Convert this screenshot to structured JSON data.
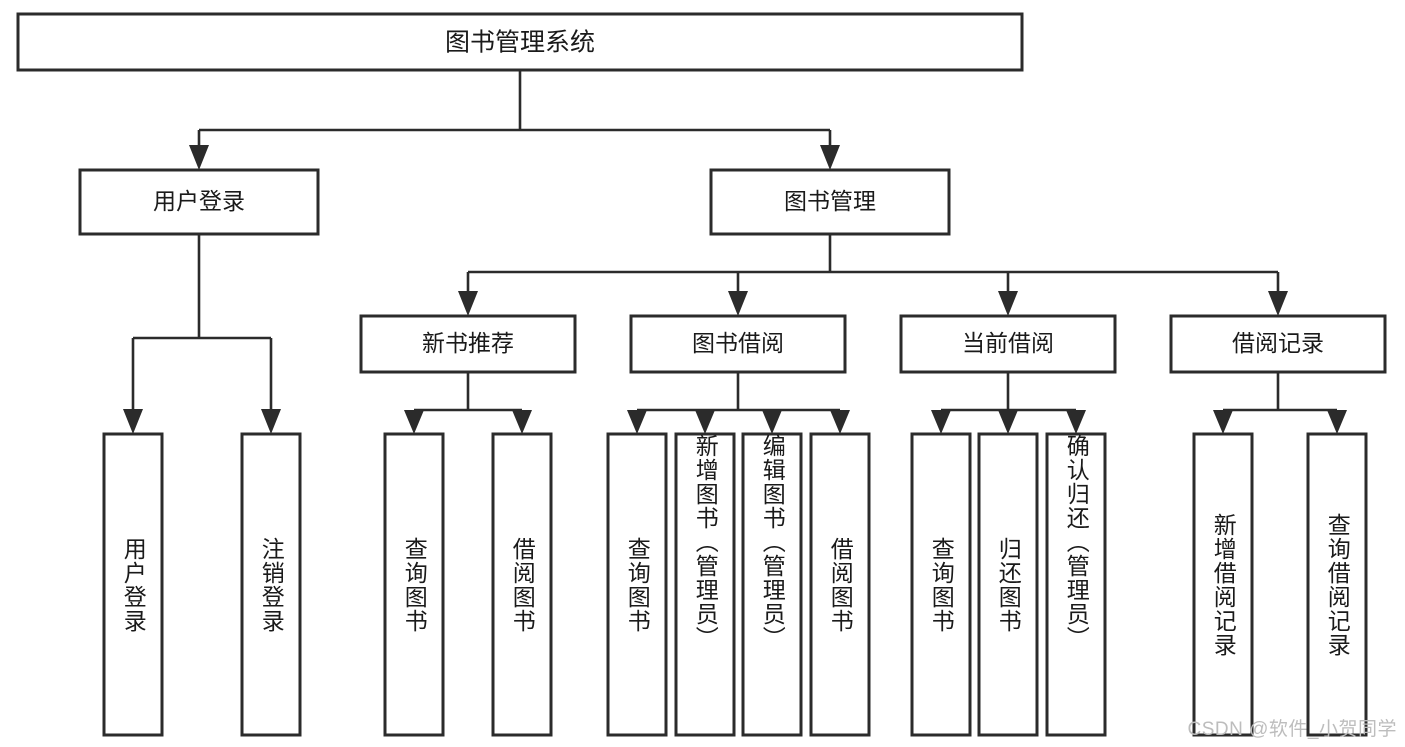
{
  "diagram": {
    "type": "tree",
    "title": "图书管理系统",
    "orientation": "top-down",
    "colors": {
      "box_border": "#2b2b2b",
      "box_fill": "#ffffff",
      "connector": "#2b2b2b",
      "text": "#1a1a1a",
      "watermark": "#bdbdbd",
      "background": "#ffffff"
    },
    "root": {
      "label": "图书管理系统"
    },
    "level2": [
      {
        "label": "用户登录"
      },
      {
        "label": "图书管理"
      }
    ],
    "level3": [
      {
        "label": "新书推荐"
      },
      {
        "label": "图书借阅"
      },
      {
        "label": "当前借阅"
      },
      {
        "label": "借阅记录"
      }
    ],
    "leaves": {
      "user_login": [
        {
          "label": "用户登录"
        },
        {
          "label": "注销登录"
        }
      ],
      "new_book_recommend": [
        {
          "label": "查询图书"
        },
        {
          "label": "借阅图书"
        }
      ],
      "book_borrow": [
        {
          "label": "查询图书"
        },
        {
          "label": "新增图书（管理员）"
        },
        {
          "label": "编辑图书（管理员）"
        },
        {
          "label": "借阅图书"
        }
      ],
      "current_borrow": [
        {
          "label": "查询图书"
        },
        {
          "label": "归还图书"
        },
        {
          "label": "确认归还（管理员）"
        }
      ],
      "borrow_record": [
        {
          "label": "新增借阅记录"
        },
        {
          "label": "查询借阅记录"
        }
      ]
    }
  },
  "watermark": {
    "text": "CSDN @软件_小贺同学"
  }
}
